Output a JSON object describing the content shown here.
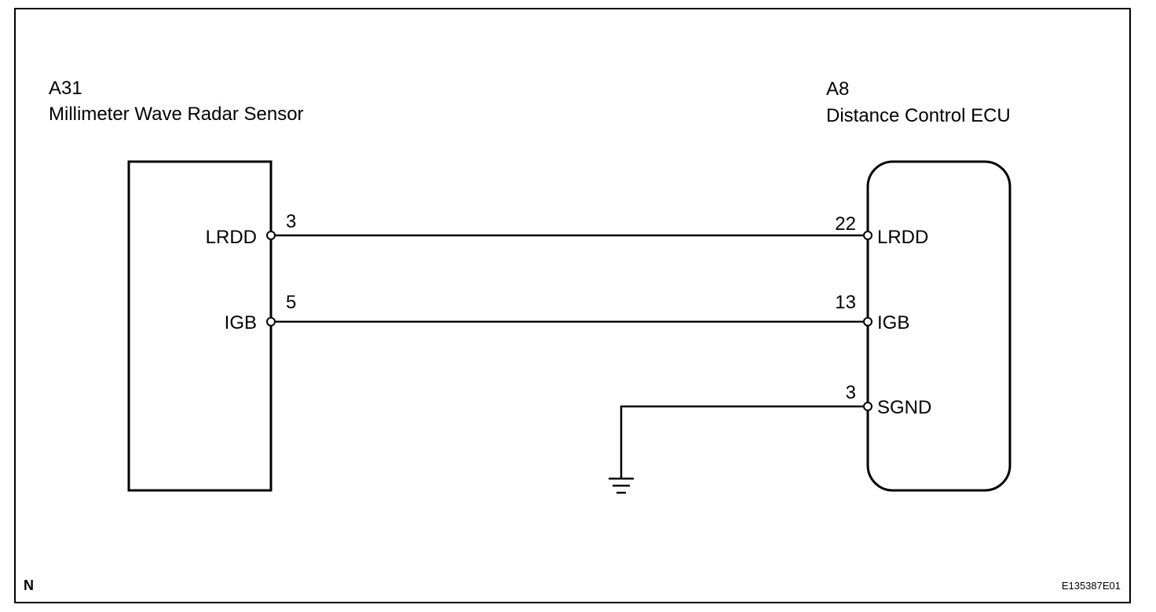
{
  "left_component": {
    "code": "A31",
    "name": "Millimeter Wave Radar Sensor",
    "pins": [
      {
        "label": "LRDD",
        "number": "3"
      },
      {
        "label": "IGB",
        "number": "5"
      }
    ]
  },
  "right_component": {
    "code": "A8",
    "name": "Distance Control ECU",
    "pins": [
      {
        "label": "LRDD",
        "number": "22"
      },
      {
        "label": "IGB",
        "number": "13"
      },
      {
        "label": "SGND",
        "number": "3"
      }
    ]
  },
  "footer": {
    "left_mark": "N",
    "figure_id": "E135387E01"
  }
}
